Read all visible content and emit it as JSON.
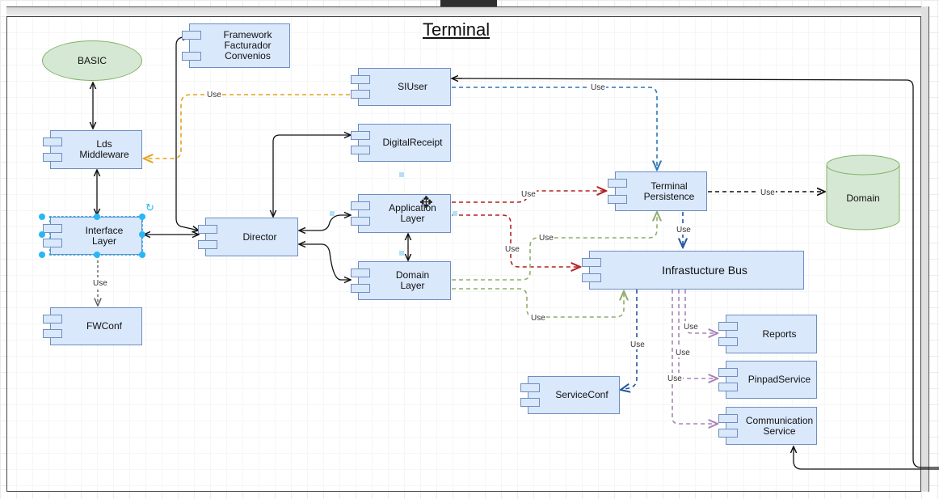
{
  "diagram": {
    "title": "Terminal",
    "nodes": {
      "basic": "BASIC",
      "framework": "Framework\nFacturador\nConvenios",
      "siuser": "SIUser",
      "lds_middleware": "Lds\nMiddleware",
      "digital_receipt": "DigitalReceipt",
      "interface_layer": "Interface\nLayer",
      "director": "Director",
      "application_layer": "Application\nLayer",
      "domain_layer": "Domain\nLayer",
      "terminal_persistence": "Terminal\nPersistence",
      "domain": "Domain",
      "infrastructure_bus": "Infrastucture Bus",
      "fwconf": "FWConf",
      "reports": "Reports",
      "pinpad_service": "PinpadService",
      "service_conf": "ServiceConf",
      "communication_service": "Communication\nService"
    },
    "edge_label": "Use",
    "colors": {
      "component_fill": "#dae8fc",
      "component_stroke": "#6c8ebf",
      "green_fill": "#d5e8d4",
      "green_stroke": "#82b366",
      "orange": "#e6a21a",
      "blue": "#2a77b8",
      "red": "#b22222",
      "green": "#8fae6b",
      "purple": "#a983b8",
      "dark_blue": "#2255a4",
      "selection": "#29b6f6"
    }
  }
}
